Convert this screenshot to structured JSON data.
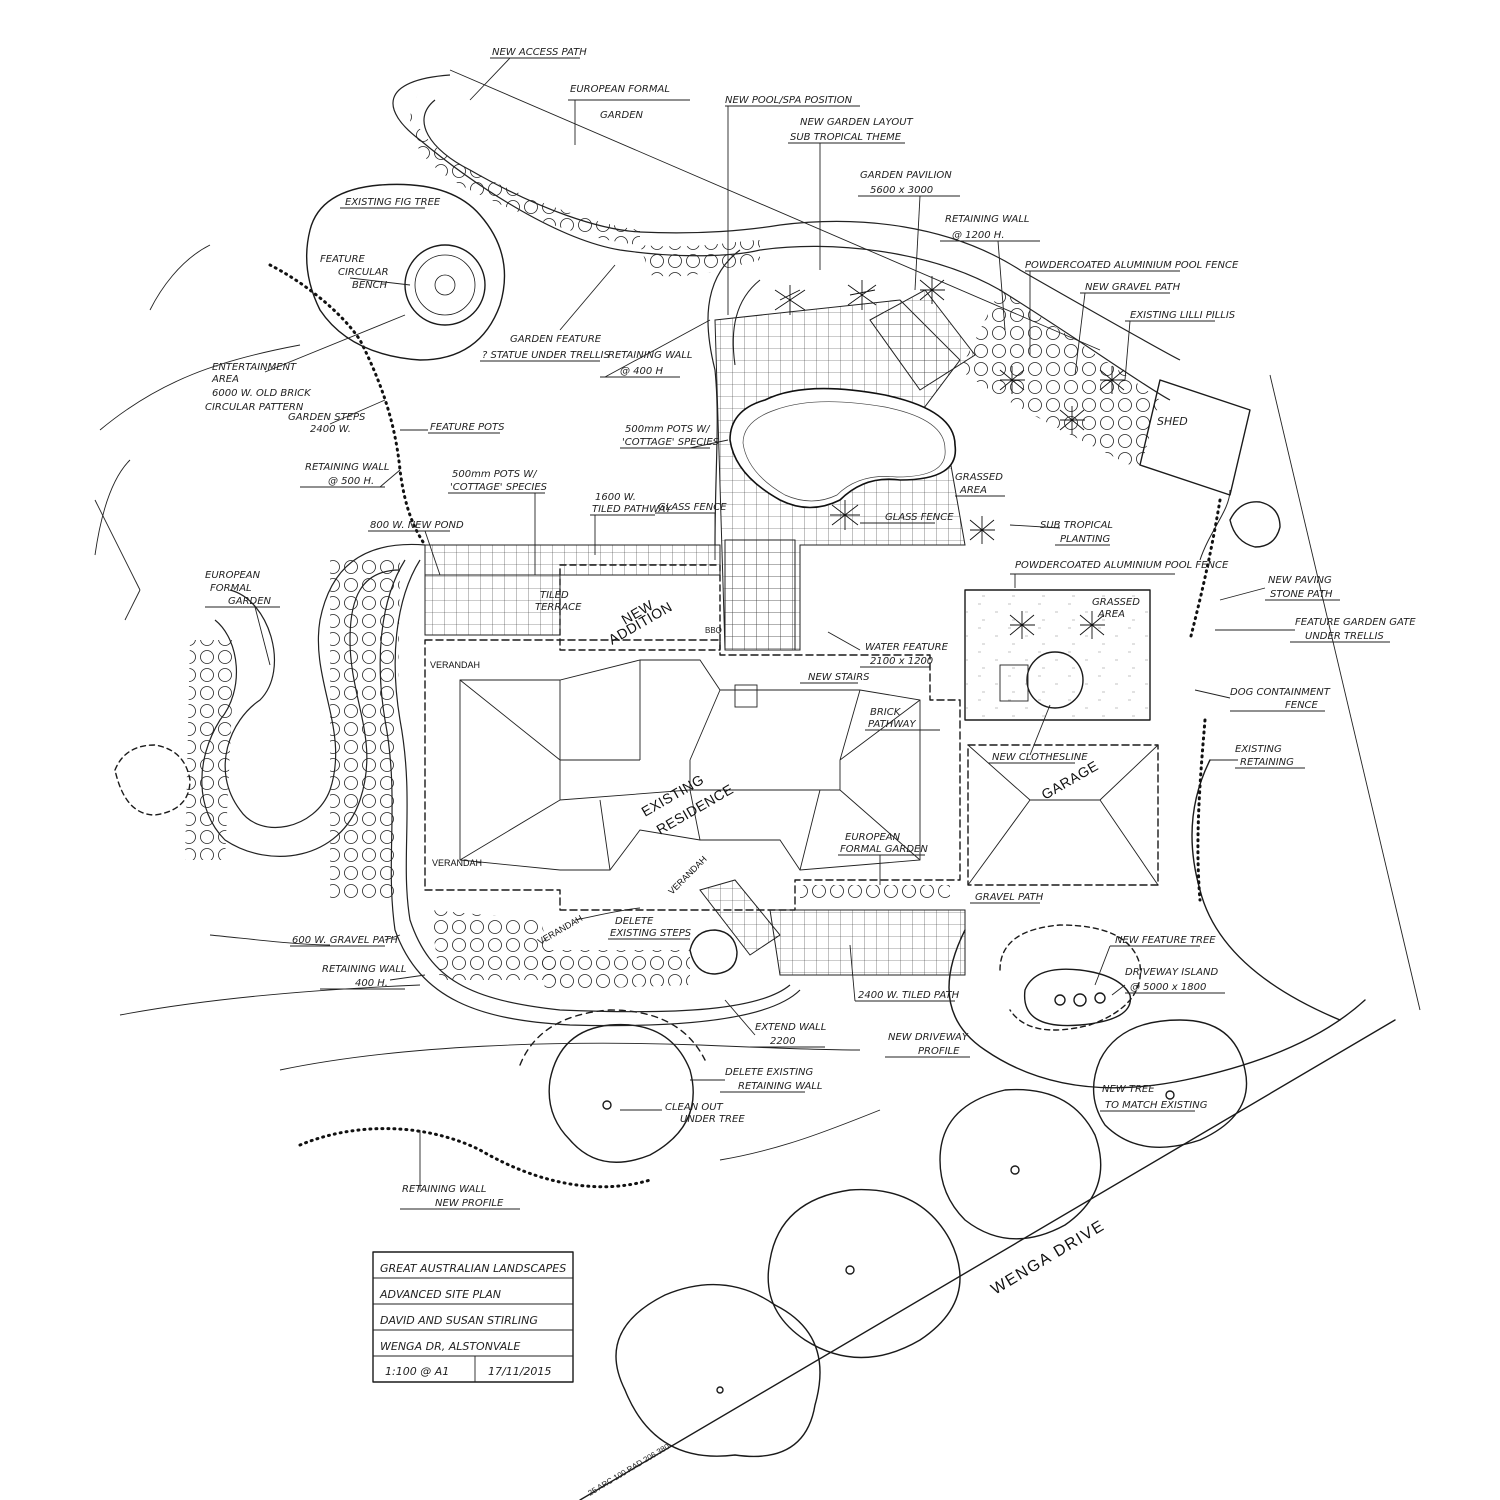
{
  "building_labels": {
    "new_addition_1": "NEW",
    "new_addition_2": "ADDITION",
    "existing_residence_1": "EXISTING",
    "existing_residence_2": "RESIDENCE",
    "garage": "GARAGE",
    "verandah": "VERANDAH",
    "road": "WENGA DRIVE",
    "arc": "25 ARC 100 RAD 206.380"
  },
  "annotations": {
    "new_access_path": "NEW ACCESS PATH",
    "european_formal_garden_top_1": "EUROPEAN FORMAL",
    "european_formal_garden_top_2": "GARDEN",
    "new_pool_position": "NEW POOL/SPA POSITION",
    "new_garden_layout_1": "NEW GARDEN LAYOUT",
    "new_garden_layout_2": "SUB TROPICAL THEME",
    "garden_pavilion_1": "GARDEN PAVILION",
    "garden_pavilion_2": "5600 x 3000",
    "retaining_wall_1200_1": "RETAINING WALL",
    "retaining_wall_1200_2": "@ 1200 H.",
    "powdercoated_pool_fence_top": "POWDERCOATED ALUMINIUM POOL FENCE",
    "new_gravel_path": "NEW GRAVEL PATH",
    "existing_lilly_pillis": "EXISTING LILLI PILLIS",
    "shed": "SHED",
    "existing_fig_tree": "EXISTING FIG TREE",
    "feature_circular_bench_1": "FEATURE",
    "feature_circular_bench_2": "CIRCULAR",
    "feature_circular_bench_3": "BENCH",
    "garden_feature_1": "GARDEN FEATURE",
    "garden_feature_2": "? STATUE UNDER TRELLIS",
    "retaining_wall_400_1": "RETAINING WALL",
    "retaining_wall_400_2": "@ 400 H",
    "entertainment_area_1": "ENTERTAINMENT",
    "entertainment_area_2": "AREA",
    "entertainment_area_3": "6000 W. OLD BRICK",
    "entertainment_area_4": "CIRCULAR PATTERN",
    "garden_steps_1": "GARDEN STEPS",
    "garden_steps_2": "2400 W.",
    "feature_pots": "FEATURE POTS",
    "pots_cottage_right_1": "500mm POTS W/",
    "pots_cottage_right_2": "'COTTAGE' SPECIES",
    "retaining_wall_500_1": "RETAINING WALL",
    "retaining_wall_500_2": "@ 500 H.",
    "pots_cottage_left_1": "500mm POTS W/",
    "pots_cottage_left_2": "'COTTAGE' SPECIES",
    "tiled_pathway_1": "1600 W.",
    "tiled_pathway_2": "TILED PATHWAY",
    "new_pond": "800 W. NEW POND",
    "glass_fence_1": "GLASS FENCE",
    "glass_fence_2": "GLASS FENCE",
    "grassed_area_top_1": "GRASSED",
    "grassed_area_top_2": "AREA",
    "sub_tropical_planting_1": "SUB TROPICAL",
    "sub_tropical_planting_2": "PLANTING",
    "powdercoated_pool_fence_mid": "POWDERCOATED ALUMINIUM POOL FENCE",
    "european_formal_garden_left_1": "EUROPEAN",
    "european_formal_garden_left_2": "FORMAL",
    "european_formal_garden_left_3": "GARDEN",
    "tiled_terrace_1": "TILED",
    "tiled_terrace_2": "TERRACE",
    "bbq": "BBQ",
    "water_feature_1": "WATER FEATURE",
    "water_feature_2": "2100 x 1200",
    "new_stairs": "NEW STAIRS",
    "grassed_area_mid_1": "GRASSED",
    "grassed_area_mid_2": "AREA",
    "new_paving_stone_path_1": "NEW PAVING",
    "new_paving_stone_path_2": "STONE PATH",
    "feature_garden_gate_1": "FEATURE GARDEN GATE",
    "feature_garden_gate_2": "UNDER TRELLIS",
    "dog_containment_fence_1": "DOG CONTAINMENT",
    "dog_containment_fence_2": "FENCE",
    "brick_pathway_1": "BRICK",
    "brick_pathway_2": "PATHWAY",
    "new_clothesline": "NEW CLOTHESLINE",
    "existing_retaining_1": "EXISTING",
    "existing_retaining_2": "RETAINING",
    "european_formal_garden_mid_1": "EUROPEAN",
    "european_formal_garden_mid_2": "FORMAL GARDEN",
    "gravel_path": "GRAVEL PATH",
    "gravel_path_600": "600 W. GRAVEL PATH",
    "retaining_wall_400h_1": "RETAINING WALL",
    "retaining_wall_400h_2": "400 H.",
    "delete_existing_steps_1": "DELETE",
    "delete_existing_steps_2": "EXISTING STEPS",
    "tiled_path_2400": "2400 W. TILED PATH",
    "new_feature_tree": "NEW FEATURE TREE",
    "driveway_island_1": "DRIVEWAY ISLAND",
    "driveway_island_2": "@ 5000 x 1800",
    "extend_wall_1": "EXTEND WALL",
    "extend_wall_2": "2200",
    "new_driveway_profile_1": "NEW DRIVEWAY",
    "new_driveway_profile_2": "PROFILE",
    "delete_existing_retaining_1": "DELETE EXISTING",
    "delete_existing_retaining_2": "RETAINING WALL",
    "clean_out_under_tree_1": "CLEAN OUT",
    "clean_out_under_tree_2": "UNDER TREE",
    "new_tree_match_1": "NEW TREE",
    "new_tree_match_2": "TO MATCH EXISTING",
    "retaining_wall_new_profile_1": "RETAINING WALL",
    "retaining_wall_new_profile_2": "NEW PROFILE"
  },
  "title_block": {
    "company": "GREAT AUSTRALIAN LANDSCAPES",
    "drawing": "ADVANCED SITE PLAN",
    "client": "DAVID AND SUSAN STIRLING",
    "address": "WENGA DR, ALSTONVALE",
    "scale": "1:100 @ A1",
    "date": "17/11/2015"
  }
}
